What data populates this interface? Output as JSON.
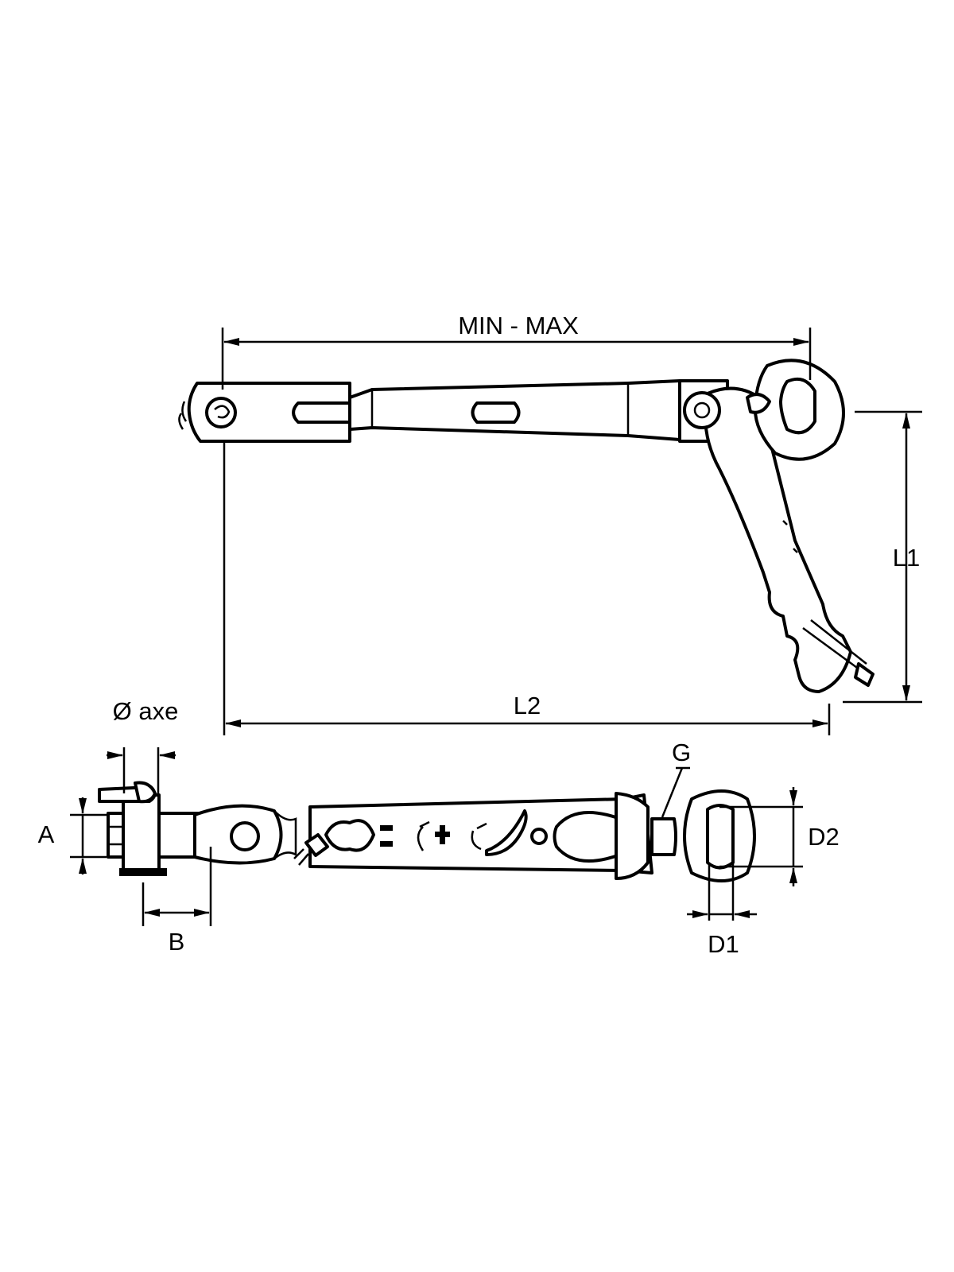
{
  "labels": {
    "min_max": "MIN - MAX",
    "l1": "L1",
    "l2": "L2",
    "axe": "Ø axe",
    "a": "A",
    "b": "B",
    "g": "G",
    "d1": "D1",
    "d2": "D2"
  }
}
